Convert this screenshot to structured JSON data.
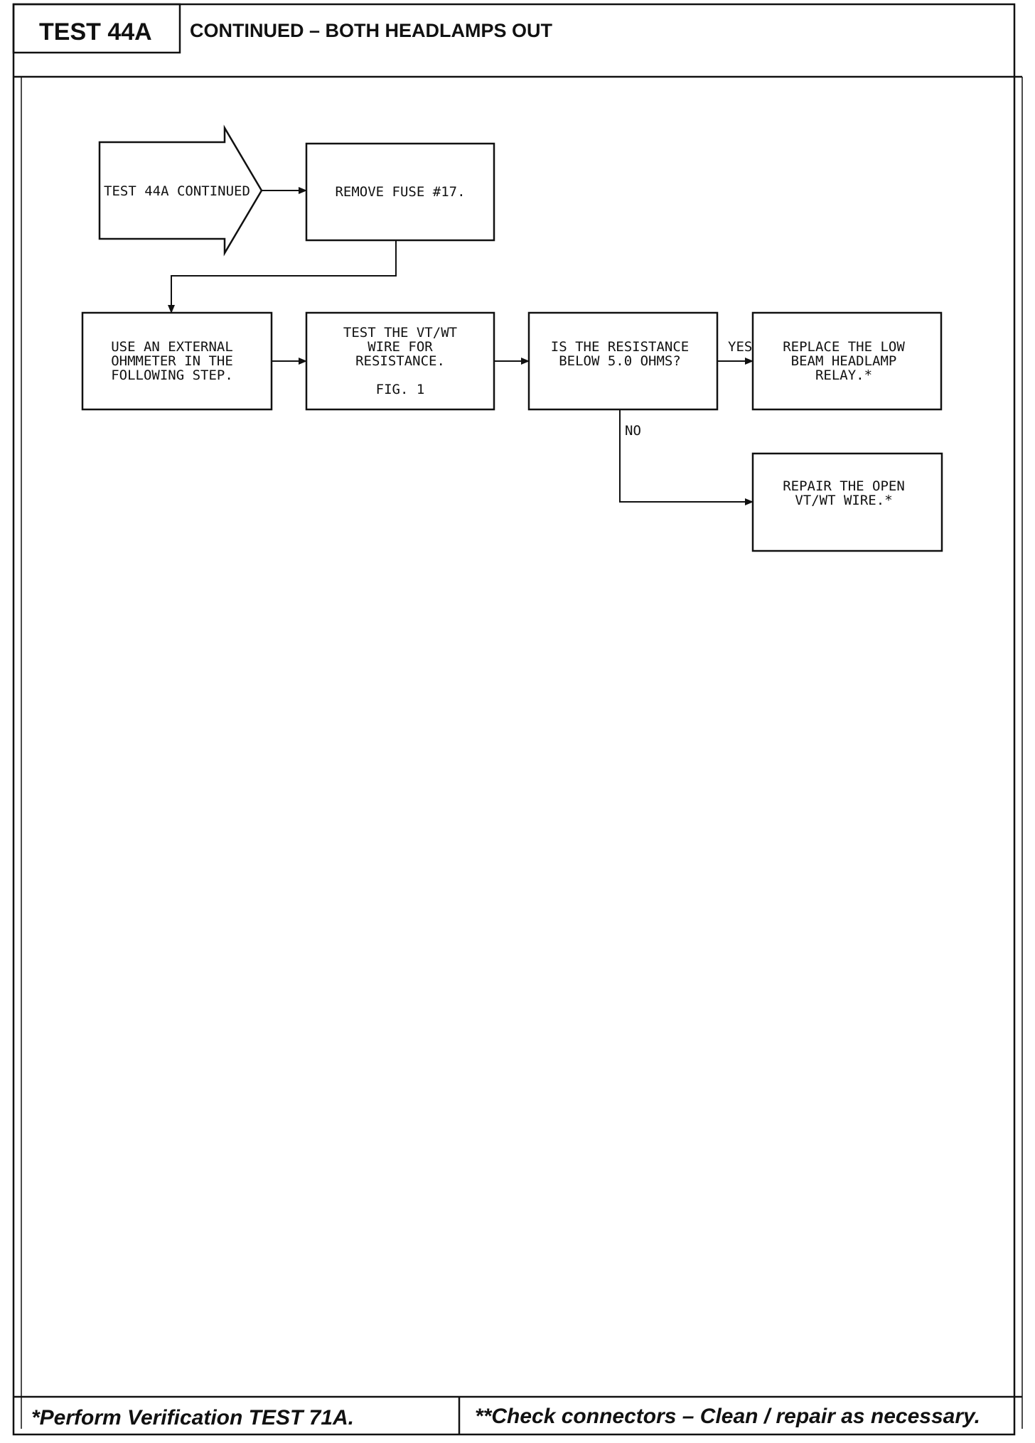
{
  "header": {
    "test_id": "TEST 44A",
    "title": "CONTINUED – BOTH HEADLAMPS OUT"
  },
  "flowchart": {
    "start": "TEST 44A CONTINUED",
    "remove_fuse": "REMOVE FUSE #17.",
    "use_ohmmeter": [
      "USE AN EXTERNAL",
      "OHMMETER IN THE",
      "FOLLOWING STEP."
    ],
    "test_wire": [
      "TEST THE VT/WT",
      "WIRE FOR",
      "RESISTANCE."
    ],
    "test_wire_fig": "FIG. 1",
    "question": [
      "IS THE RESISTANCE",
      "BELOW 5.0 OHMS?"
    ],
    "yes_label": "YES",
    "no_label": "NO",
    "replace_relay": [
      "REPLACE THE LOW",
      "BEAM HEADLAMP",
      "RELAY.*"
    ],
    "repair_wire": [
      "REPAIR THE OPEN",
      "VT/WT WIRE.*"
    ]
  },
  "footer": {
    "left": "*Perform Verification TEST 71A.",
    "right": "**Check connectors – Clean / repair as necessary."
  }
}
